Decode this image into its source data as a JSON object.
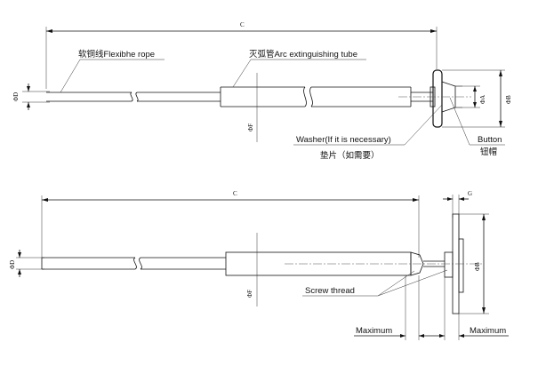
{
  "top": {
    "dim_c": "C",
    "dim_phi_d": "ΦD",
    "dim_phi_f": "ΦF",
    "dim_phi_a": "ΦA",
    "dim_phi_b": "ΦB",
    "label_rope": "软铜线Flexibhe rope",
    "label_tube": "灭弧管Arc extinguishing tube",
    "label_washer": "Washer(If it is necessary)",
    "label_washer_cn": "垫片（如需要）",
    "label_button": "Button",
    "label_button_cn": "钮帽"
  },
  "bottom": {
    "dim_c": "C",
    "dim_g": "G",
    "dim_phi_d": "ΦD",
    "dim_phi_f": "ΦF",
    "dim_phi_b": "ΦB",
    "label_screw": "Screw thread",
    "label_max_left": "Maximum",
    "label_max_right": "Maximum"
  }
}
